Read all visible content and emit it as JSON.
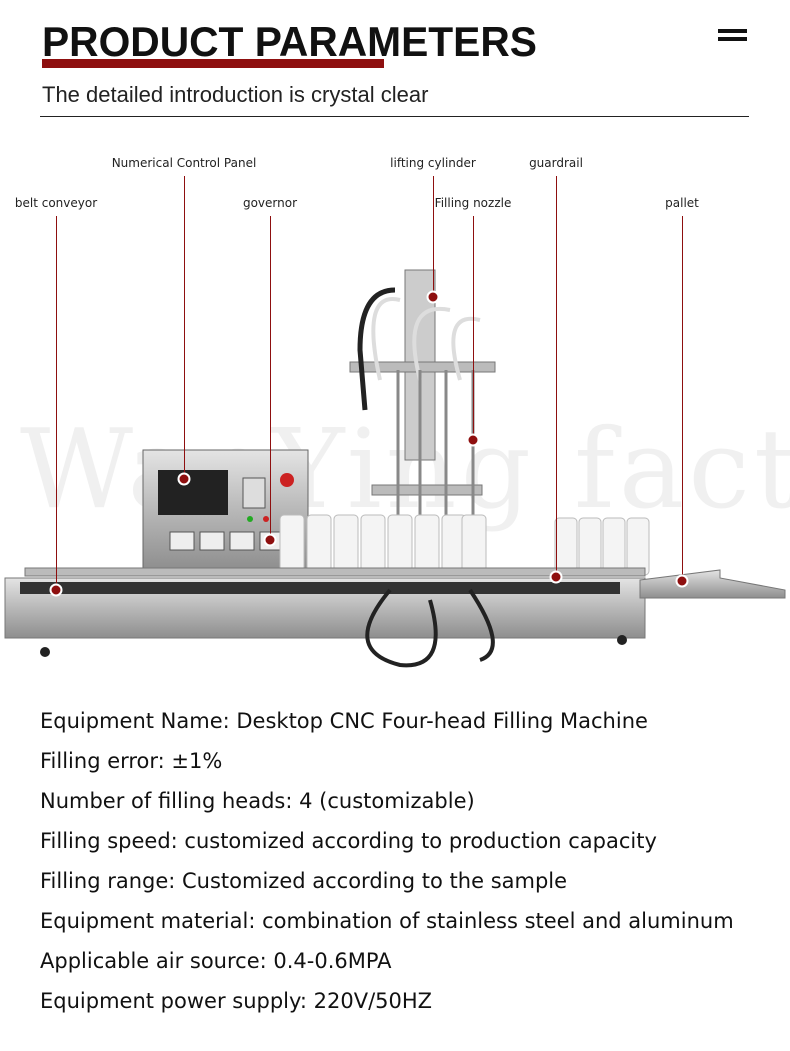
{
  "header": {
    "title": "PRODUCT PARAMETERS",
    "subtitle": "The detailed introduction is crystal clear"
  },
  "watermark": "WanYing factory",
  "callouts": [
    {
      "label": "belt conveyor"
    },
    {
      "label": "Numerical Control Panel"
    },
    {
      "label": "governor"
    },
    {
      "label": "lifting cylinder"
    },
    {
      "label": "Filling nozzle"
    },
    {
      "label": "guardrail"
    },
    {
      "label": "pallet"
    }
  ],
  "specs": [
    "Equipment Name: Desktop CNC Four-head Filling Machine",
    "Filling error: ±1%",
    "Number of filling heads: 4 (customizable)",
    "Filling speed: customized according to production capacity",
    "Filling range: Customized according to the sample",
    "Equipment material: combination of stainless steel and aluminum",
    "Applicable air source: 0.4-0.6MPA",
    "Equipment power supply: 220V/50HZ"
  ],
  "colors": {
    "accent": "#8e0f0f"
  }
}
